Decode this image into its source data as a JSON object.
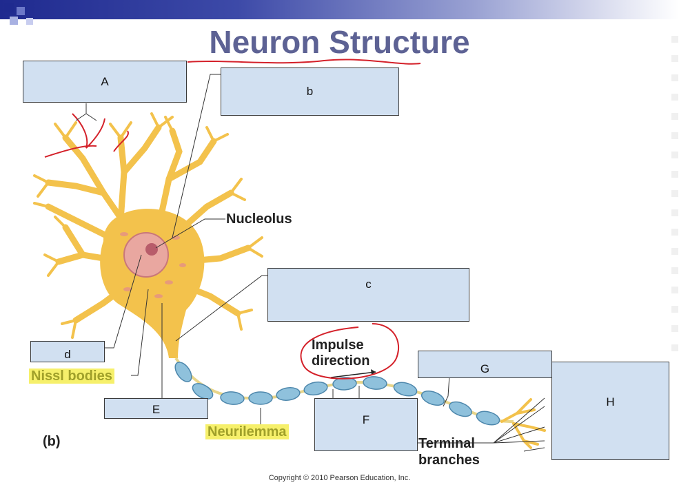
{
  "slide": {
    "title": "Neuron Structure",
    "copyright": "Copyright © 2010 Pearson Education, Inc."
  },
  "labels": {
    "nucleolus": "Nucleolus",
    "nissl_bodies": "Nissl bodies",
    "impulse_line1": "Impulse",
    "impulse_line2": "direction",
    "neurilemma": "Neurilemma",
    "terminal_line1": "Terminal",
    "terminal_line2": "branches",
    "panel": "(b)"
  },
  "answer_boxes": {
    "a": "A",
    "b": "b",
    "c": "c",
    "d": "d",
    "e": "E",
    "f": "F",
    "g": "G",
    "h": "H"
  },
  "colors": {
    "box_fill": "#d1e0f1",
    "neuron_fill": "#f3c24c",
    "myelin": "#8fc1dc",
    "annotation_red": "#d4212a",
    "title": "#5d6294"
  }
}
